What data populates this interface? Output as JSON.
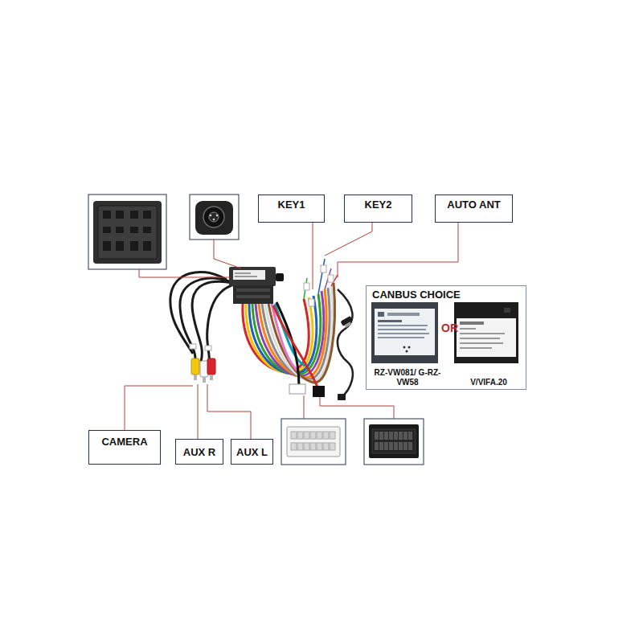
{
  "diagram": {
    "nodes": [
      {
        "text": [
          "KEY1"
        ]
      },
      {
        "text": [
          "KEY2"
        ]
      },
      {
        "text": [
          "AUTO ANT"
        ]
      },
      {
        "text": [
          "CANBUS CHOICE"
        ]
      },
      {
        "text": [
          "RZ-VW081/ G-RZ-VW58"
        ],
        "in": 3
      },
      {
        "text": [
          "V/VIFA.20"
        ],
        "in": 3
      },
      {
        "text": [
          "CAMERA"
        ]
      },
      {
        "text": [
          "AUX R"
        ]
      },
      {
        "text": [
          "AUX L"
        ]
      }
    ],
    "labels": [
      "OR"
    ]
  }
}
